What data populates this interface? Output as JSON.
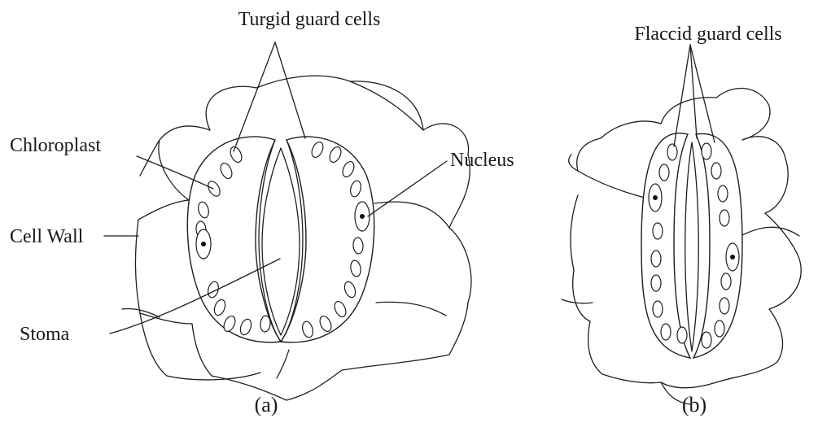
{
  "panel_a": {
    "title": "Turgid guard cells",
    "label_chloroplast": "Chloroplast",
    "label_nucleus": "Nucleus",
    "label_cell_wall": "Cell Wall",
    "label_stoma": "Stoma",
    "caption": "(a)"
  },
  "panel_b": {
    "title": "Flaccid guard cells",
    "caption": "(b)"
  }
}
